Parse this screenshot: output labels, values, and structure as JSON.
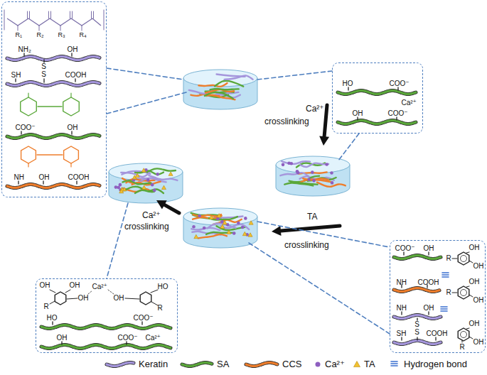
{
  "diagram": {
    "nodes": [
      {
        "text": [
          "R₁",
          "R₂",
          "R₃",
          "R₄",
          "NH₂",
          "OH",
          "SH",
          "SS",
          "COOH",
          "COO⁻",
          "OH",
          "NH",
          "OH",
          "COOH"
        ]
      },
      {
        "text": [
          "HO",
          "COO⁻",
          "Ca²⁺",
          "OH",
          "COO⁻"
        ]
      },
      {
        "text": [
          "COO⁻",
          "OH",
          "OH",
          "OH",
          "R",
          "NH",
          "COOH",
          "OH",
          "OH",
          "R",
          "NH",
          "OH",
          "SH",
          "SS",
          "COOH",
          "OH",
          "OH",
          "R"
        ]
      },
      {
        "text": [
          "OH",
          "OH",
          "OH",
          "Ca²⁺",
          "OH",
          "HO",
          "R",
          "R",
          "HO",
          "COO⁻",
          "OH",
          "COO⁻",
          "Ca²⁺"
        ]
      }
    ],
    "labels": [
      "Ca²⁺",
      "crosslinking",
      "TA",
      "crosslinking",
      "Ca²⁺",
      "crosslinking"
    ],
    "legend": [
      {
        "text": "Keratin"
      },
      {
        "text": "SA"
      },
      {
        "text": "CCS"
      },
      {
        "text": "Ca²⁺"
      },
      {
        "text": "TA"
      },
      {
        "text": "Hydrogen bond"
      }
    ]
  }
}
